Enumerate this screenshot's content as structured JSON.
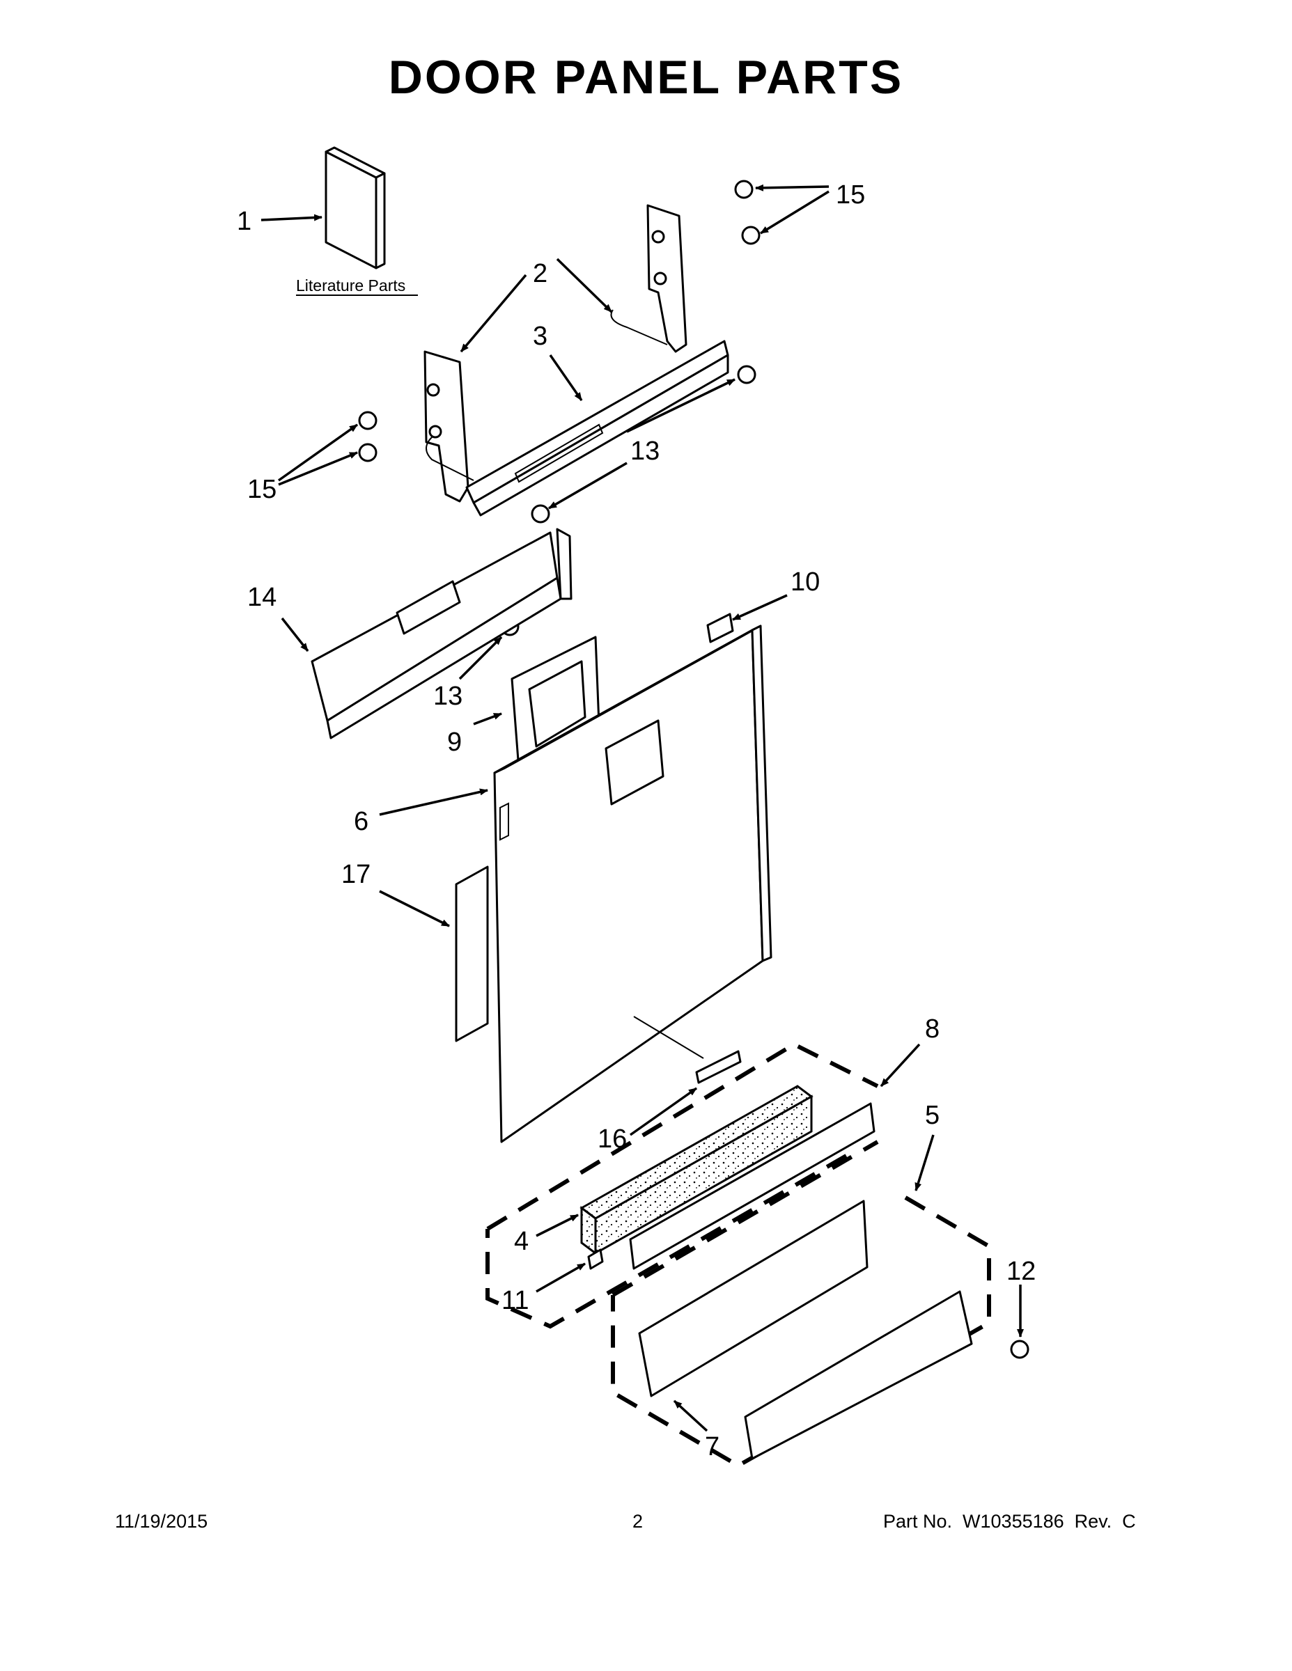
{
  "title": "DOOR PANEL PARTS",
  "literature_label": "Literature Parts",
  "callouts": [
    "1",
    "2",
    "3",
    "13",
    "15",
    "15",
    "14",
    "13",
    "10",
    "9",
    "6",
    "17",
    "8",
    "5",
    "16",
    "4",
    "12",
    "11",
    "7"
  ],
  "footer": {
    "date": "11/19/2015",
    "page": "2",
    "part_no": "Part No.  W10355186  Rev.  C"
  }
}
